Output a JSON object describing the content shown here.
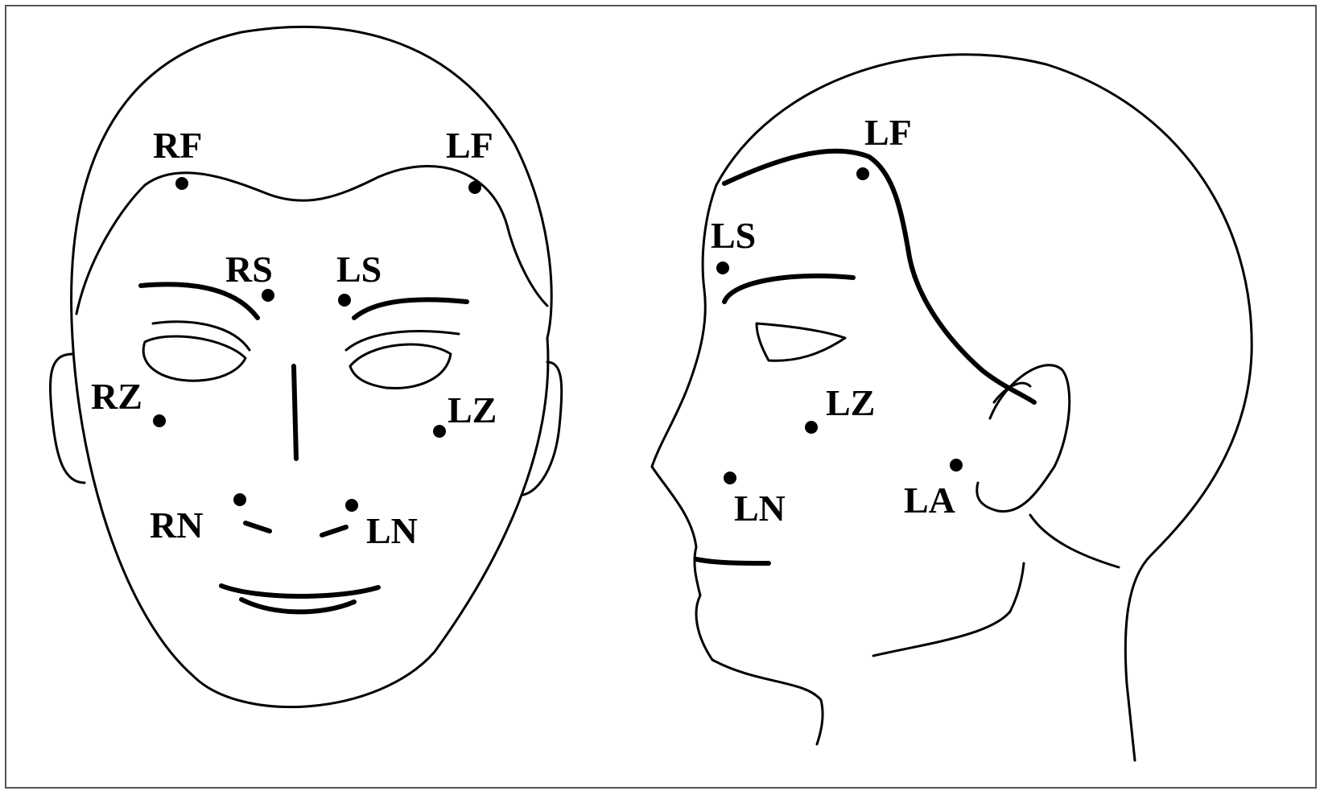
{
  "figure": {
    "line_color": "#000000",
    "background": "#ffffff",
    "frame_color": "#555555"
  },
  "front_view": {
    "points": [
      {
        "id": "RF",
        "label": "RF"
      },
      {
        "id": "LF",
        "label": "LF"
      },
      {
        "id": "RS",
        "label": "RS"
      },
      {
        "id": "LS",
        "label": "LS"
      },
      {
        "id": "RZ",
        "label": "RZ"
      },
      {
        "id": "LZ",
        "label": "LZ"
      },
      {
        "id": "RN",
        "label": "RN"
      },
      {
        "id": "LN",
        "label": "LN"
      }
    ]
  },
  "side_view": {
    "points": [
      {
        "id": "LF",
        "label": "LF"
      },
      {
        "id": "LS",
        "label": "LS"
      },
      {
        "id": "LZ",
        "label": "LZ"
      },
      {
        "id": "LN",
        "label": "LN"
      },
      {
        "id": "LA",
        "label": "LA"
      }
    ]
  }
}
